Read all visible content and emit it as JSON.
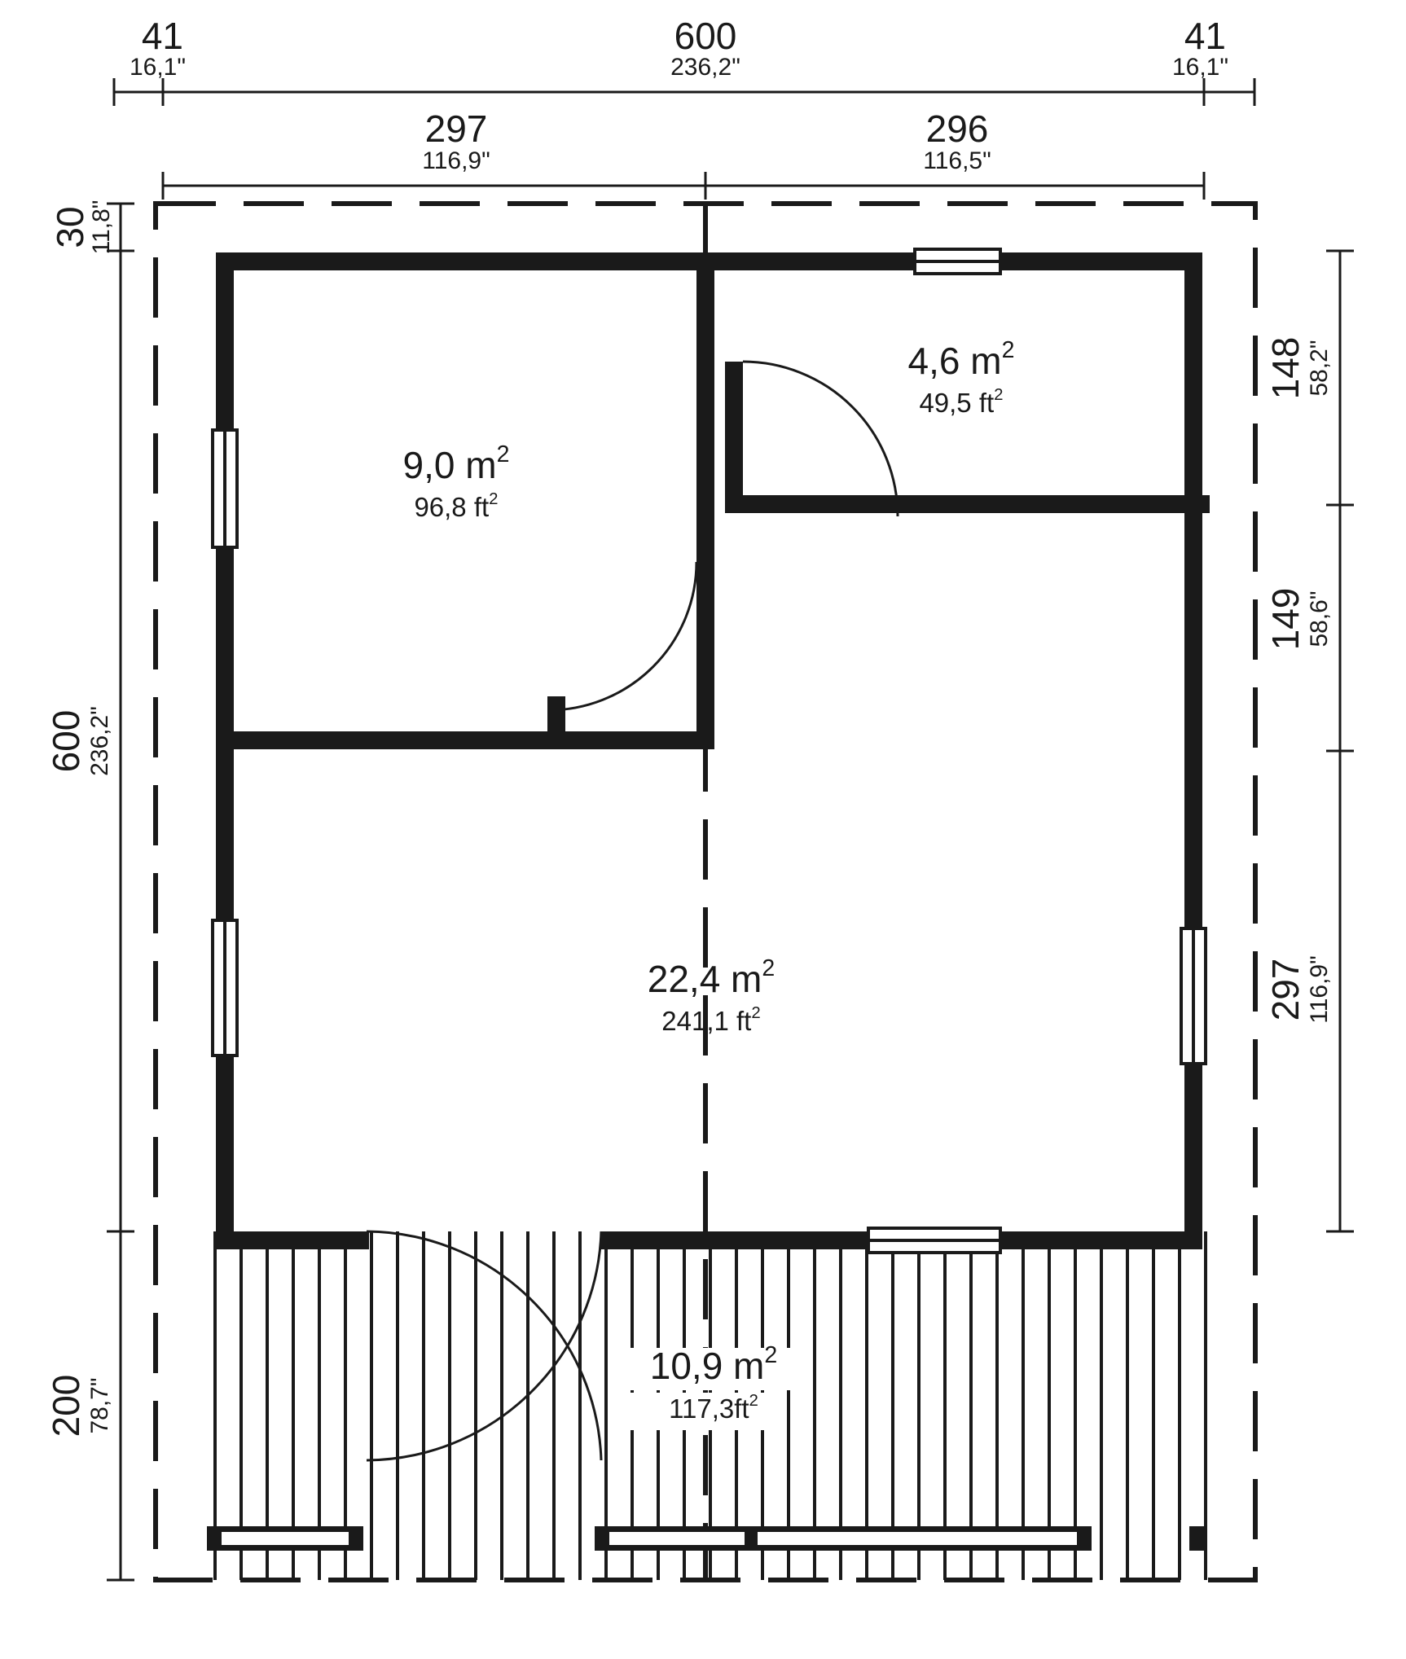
{
  "drawing": {
    "type": "floor-plan",
    "title": "Cabin floor plan",
    "units": {
      "primary": "cm",
      "secondary": "inch"
    },
    "colors": {
      "wall": "#1a1a1a",
      "line": "#1a1a1a",
      "background": "#ffffff"
    }
  },
  "dimensions": {
    "top_outer": [
      {
        "id": "top-left-41",
        "value": "41",
        "alt": "16,1\""
      },
      {
        "id": "top-center-600",
        "value": "600",
        "alt": "236,2\""
      },
      {
        "id": "top-right-41",
        "value": "41",
        "alt": "16,1\""
      }
    ],
    "top_inner": [
      {
        "id": "top-inner-297",
        "value": "297",
        "alt": "116,9\""
      },
      {
        "id": "top-inner-296",
        "value": "296",
        "alt": "116,5\""
      }
    ],
    "left": [
      {
        "id": "left-30",
        "value": "30",
        "alt": "11,8\""
      },
      {
        "id": "left-600",
        "value": "600",
        "alt": "236,2\""
      },
      {
        "id": "left-200",
        "value": "200",
        "alt": "78,7\""
      }
    ],
    "right": [
      {
        "id": "right-148",
        "value": "148",
        "alt": "58,2\""
      },
      {
        "id": "right-149",
        "value": "149",
        "alt": "58,6\""
      },
      {
        "id": "right-297",
        "value": "297",
        "alt": "116,9\""
      }
    ]
  },
  "rooms": [
    {
      "id": "room-bedroom",
      "area_m2": "9,0 m",
      "area_m2_sup": "2",
      "area_ft2": "96,8 ft",
      "area_ft2_sup": "2"
    },
    {
      "id": "room-bathroom",
      "area_m2": "4,6 m",
      "area_m2_sup": "2",
      "area_ft2": "49,5 ft",
      "area_ft2_sup": "2"
    },
    {
      "id": "room-living",
      "area_m2": "22,4 m",
      "area_m2_sup": "2",
      "area_ft2": "241,1 ft",
      "area_ft2_sup": "2"
    },
    {
      "id": "room-terrace",
      "area_m2": "10,9 m",
      "area_m2_sup": "2",
      "area_ft2": "117,3ft",
      "area_ft2_sup": "2"
    }
  ],
  "features": {
    "windows": [
      {
        "id": "window-north",
        "orientation": "horizontal"
      },
      {
        "id": "window-west-upper",
        "orientation": "vertical"
      },
      {
        "id": "window-west-lower",
        "orientation": "vertical"
      },
      {
        "id": "window-east-lower",
        "orientation": "vertical"
      },
      {
        "id": "window-south",
        "orientation": "horizontal"
      }
    ],
    "doors": [
      {
        "id": "door-bathroom",
        "swing": "quarter-arc"
      },
      {
        "id": "door-bedroom",
        "swing": "quarter-arc"
      },
      {
        "id": "door-terrace-left",
        "swing": "quarter-arc"
      },
      {
        "id": "door-terrace-right",
        "swing": "quarter-arc"
      }
    ],
    "terrace_decking": {
      "id": "terrace-decking",
      "plank_count": 44
    }
  }
}
